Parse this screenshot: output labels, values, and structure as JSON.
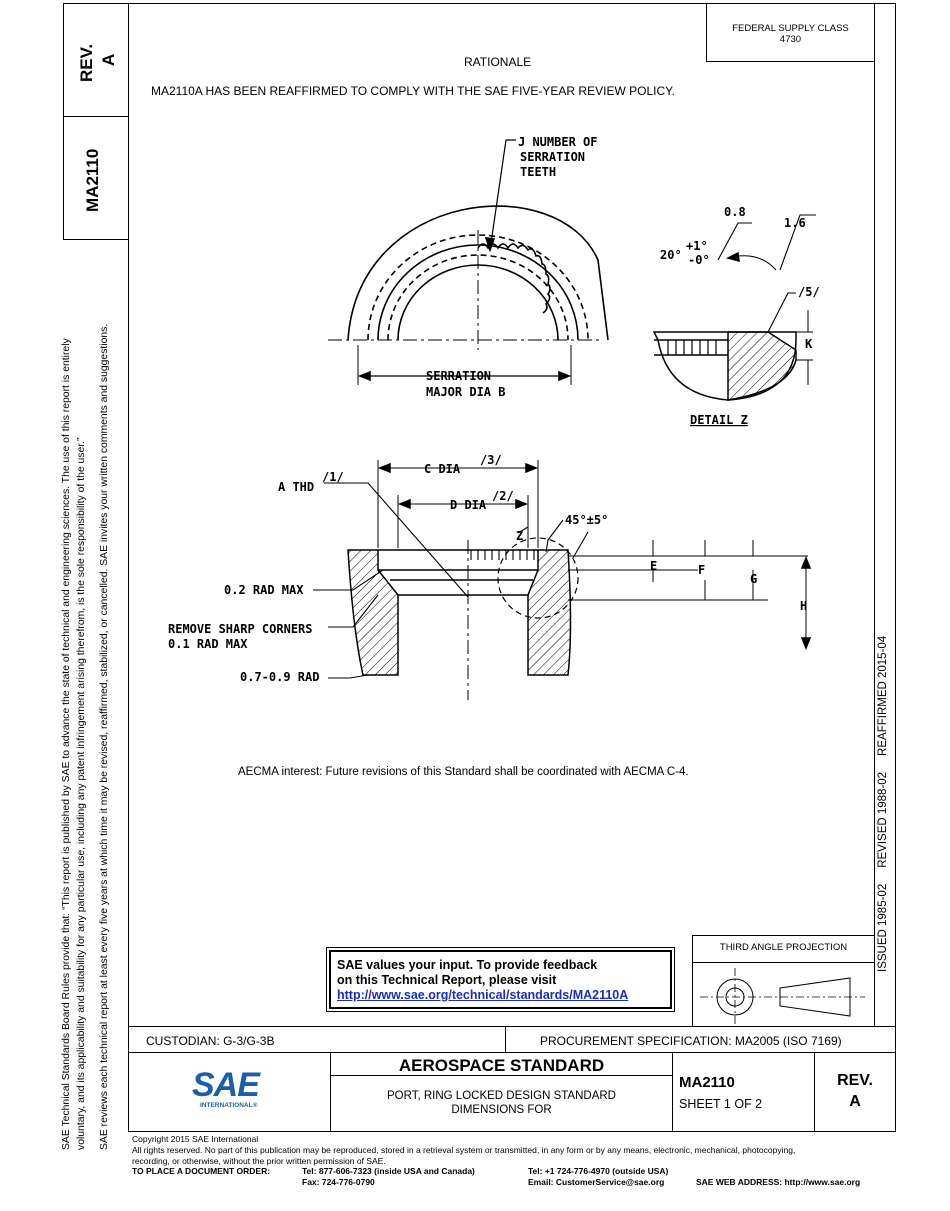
{
  "left_margin": {
    "rev_label": "REV.",
    "rev_value": "A",
    "doc_number": "MA2110",
    "notice_line1": "SAE Technical Standards Board Rules provide that: “This report is published by SAE to advance the state of technical and engineering sciences. The use of this report is entirely",
    "notice_line2": "voluntary, and its applicability and suitability for any particular use, including any patent infringement arising therefrom, is the sole responsibility of the user.”",
    "notice_line3": "SAE reviews each technical report at least every five years at which time it may be revised, reaffirmed, stabilized, or cancelled. SAE invites your written comments and suggestions."
  },
  "header": {
    "supply_class_label": "FEDERAL SUPPLY CLASS",
    "supply_class_value": "4730",
    "rationale_title": "RATIONALE",
    "rationale_text": "MA2110A HAS BEEN REAFFIRMED TO COMPLY WITH THE SAE FIVE-YEAR REVIEW POLICY."
  },
  "right_margin": {
    "dates": "ISSUED 1985-02     REVISED 1988-02     REAFFIRMED 2015-04"
  },
  "drawing": {
    "serration_note_1": "J NUMBER OF",
    "serration_note_2": "SERRATION",
    "serration_note_3": "TEETH",
    "serration_dia_1": "SERRATION",
    "serration_dia_2": "MAJOR DIA B",
    "detail_z": "DETAIL Z",
    "detail_08": "0.8",
    "detail_16": "1.6",
    "detail_angle": "20°",
    "detail_tol_plus": "+1°",
    "detail_tol_minus": "-0°",
    "detail_note5": "/5/",
    "detail_k": "K",
    "c_dia": "C DIA",
    "note3": "/3/",
    "a_thd": "A THD",
    "note1": "/1/",
    "d_dia": "D DIA",
    "note2": "/2/",
    "chamfer_angle": "45°±5°",
    "z_label": "Z",
    "rad_max": "0.2 RAD MAX",
    "remove_corners_1": "REMOVE SHARP CORNERS",
    "remove_corners_2": "0.1 RAD MAX",
    "rad_range": "0.7-0.9 RAD",
    "dim_e": "E",
    "dim_f": "F",
    "dim_g": "G",
    "dim_h": "H"
  },
  "aecma_note": "AECMA interest: Future revisions of this Standard shall be coordinated with AECMA C-4.",
  "feedback": {
    "line1": "SAE values your input. To provide feedback",
    "line2": "on this Technical Report, please visit",
    "link": "http://www.sae.org/technical/standards/MA2110A"
  },
  "projection_label": "THIRD ANGLE PROJECTION",
  "title_block": {
    "custodian": "CUSTODIAN: G-3/G-3B",
    "procurement": "PROCUREMENT SPECIFICATION: MA2005 (ISO 7169)",
    "logo_text": "SAE",
    "logo_sub": "INTERNATIONAL®",
    "standard_type": "AEROSPACE STANDARD",
    "title_line1": "PORT, RING LOCKED DESIGN STANDARD",
    "title_line2": "DIMENSIONS FOR",
    "number": "MA2110",
    "sheet": "SHEET 1 OF 2",
    "rev_label": "REV.",
    "rev_value": "A"
  },
  "footer": {
    "copyright": "Copyright 2015 SAE International",
    "rights_1": "All rights reserved. No part of this publication may be reproduced, stored in a retrieval system or transmitted, in any form or by any means, electronic, mechanical, photocopying,",
    "rights_2": "recording, or otherwise, without the prior written permission of SAE.",
    "order_label": "TO PLACE A DOCUMENT ORDER:",
    "tel_us": "Tel:  877-606-7323 (inside USA and Canada)",
    "fax": "Fax: 724-776-0790",
    "tel_intl": "Tel:   +1 724-776-4970 (outside USA)",
    "email": "Email: CustomerService@sae.org",
    "web": "SAE WEB ADDRESS: http://www.sae.org"
  },
  "colors": {
    "logo_blue": "#1b5fa8",
    "link_blue": "#1a2dbf"
  }
}
